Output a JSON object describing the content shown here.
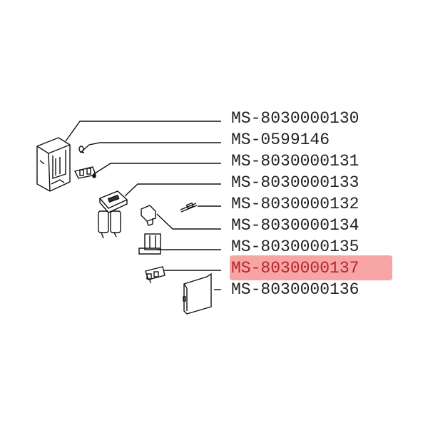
{
  "parts": [
    {
      "code": "MS-8030000130",
      "highlighted": false
    },
    {
      "code": "MS-0599146",
      "highlighted": false
    },
    {
      "code": "MS-8030000131",
      "highlighted": false
    },
    {
      "code": "MS-8030000133",
      "highlighted": false
    },
    {
      "code": "MS-8030000132",
      "highlighted": false
    },
    {
      "code": "MS-8030000134",
      "highlighted": false
    },
    {
      "code": "MS-8030000135",
      "highlighted": false
    },
    {
      "code": "MS-8030000137",
      "highlighted": true
    },
    {
      "code": "MS-8030000136",
      "highlighted": false
    }
  ],
  "highlight_color": "#f05a5a"
}
